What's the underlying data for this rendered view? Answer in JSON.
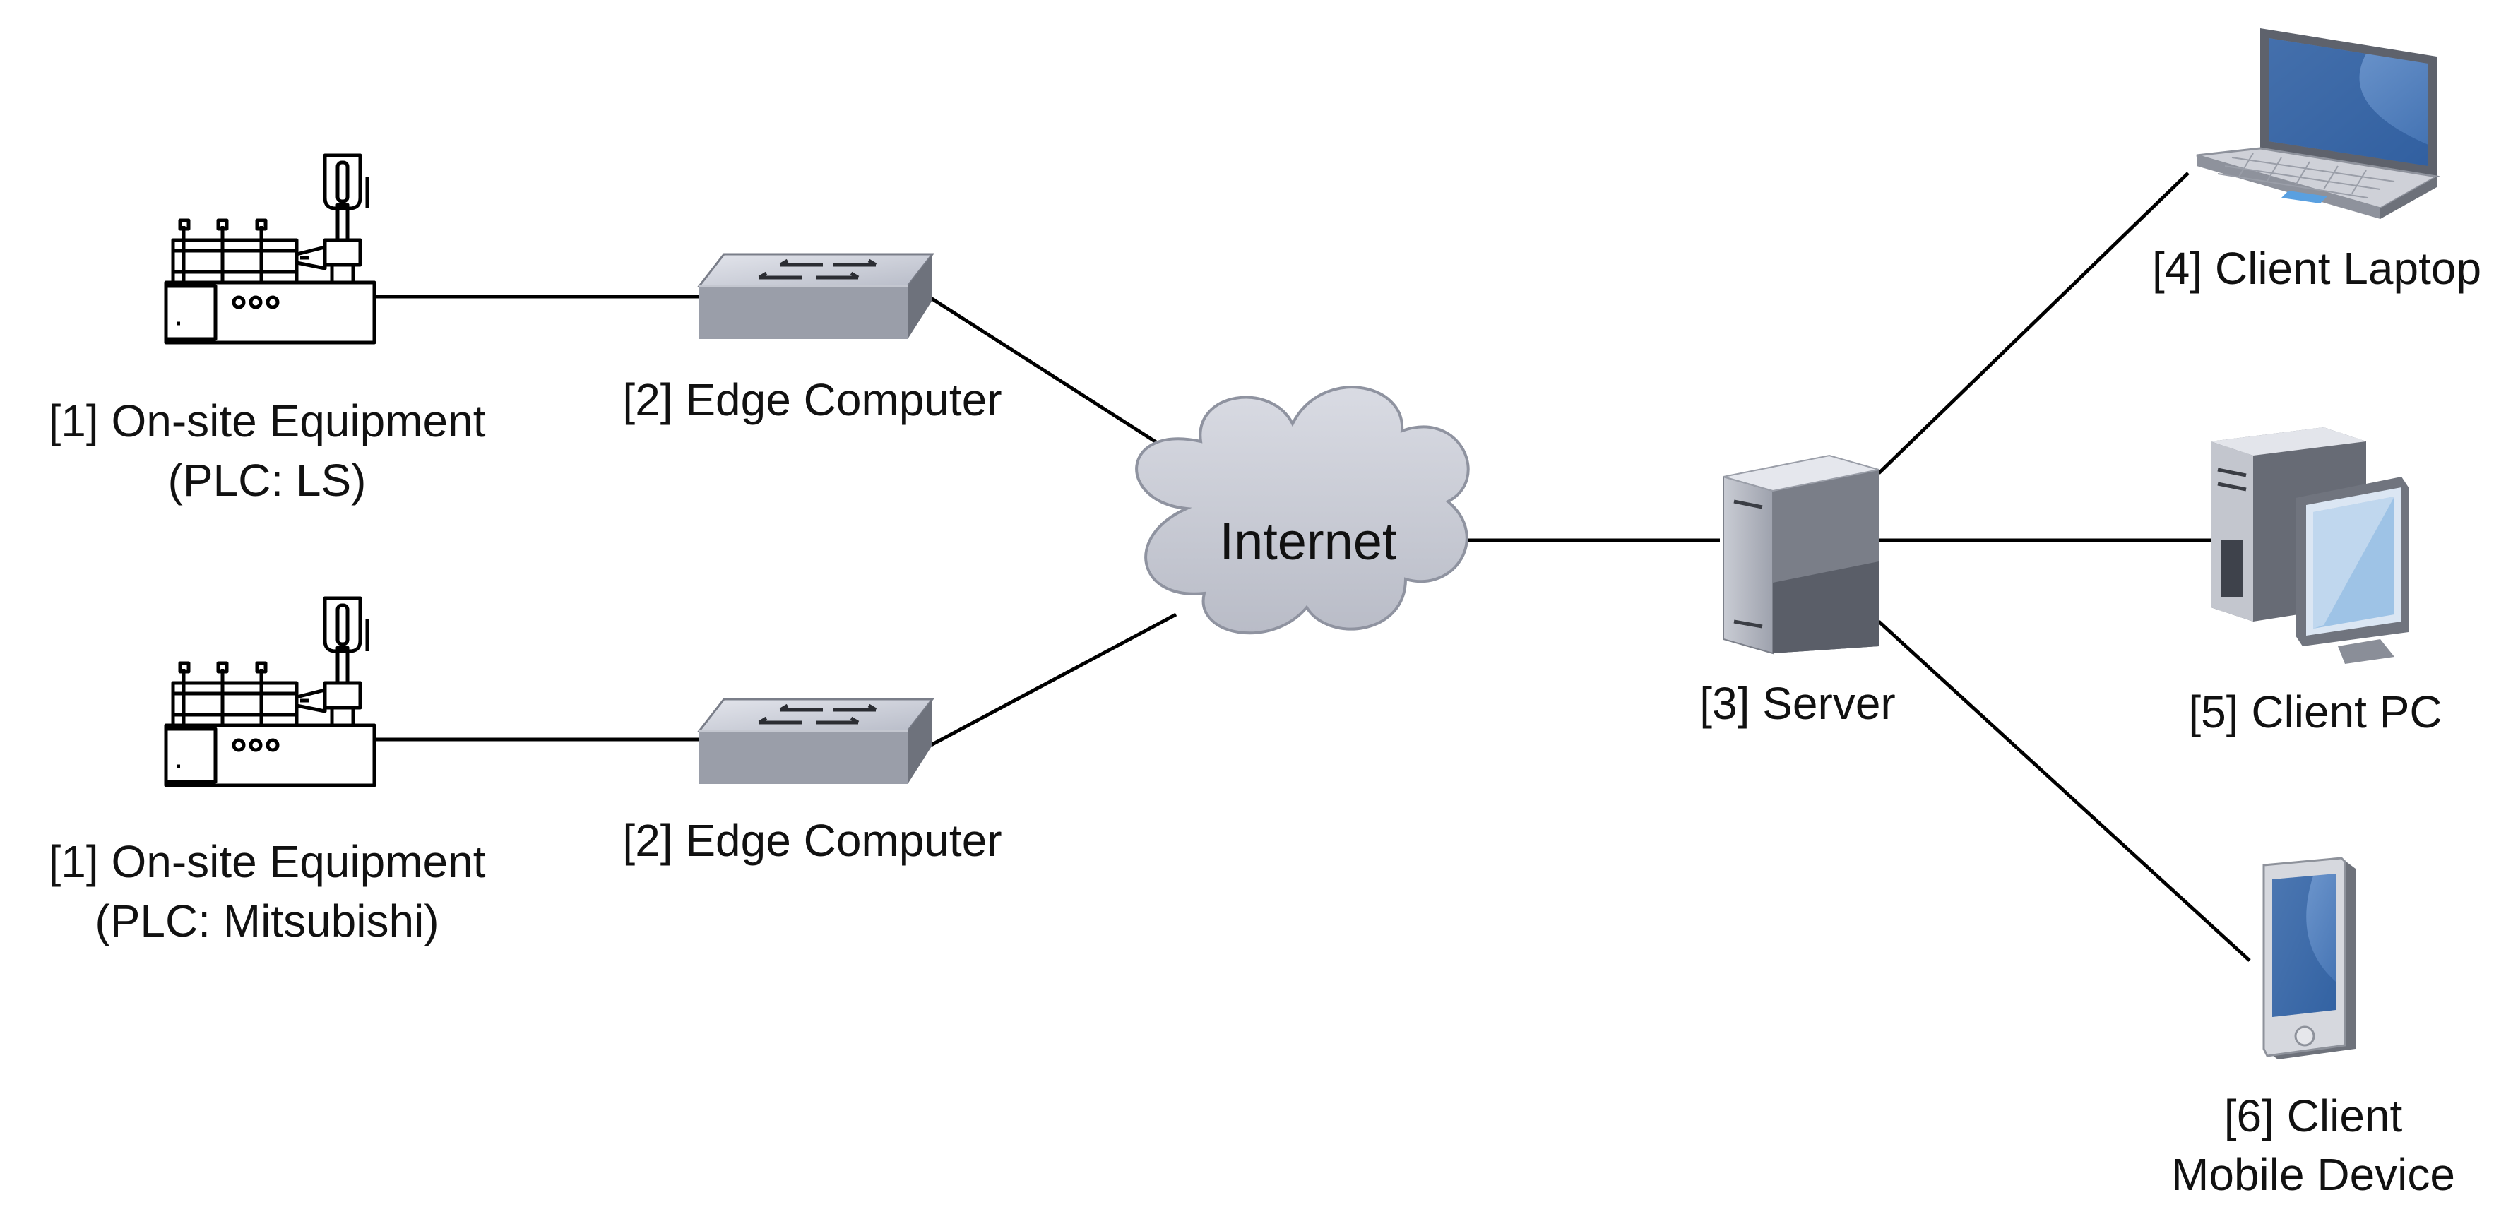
{
  "nodes": {
    "equipment_1": {
      "line1": "[1] On-site Equipment",
      "line2": "(PLC: LS)"
    },
    "equipment_2": {
      "line1": "[1] On-site Equipment",
      "line2": "(PLC: Mitsubishi)"
    },
    "edge_1": {
      "label": "[2] Edge Computer"
    },
    "edge_2": {
      "label": "[2] Edge Computer"
    },
    "internet": {
      "label": "Internet"
    },
    "server": {
      "label": "[3] Server"
    },
    "laptop": {
      "label": "[4] Client Laptop"
    },
    "pc": {
      "label": "[5] Client PC"
    },
    "mobile": {
      "line1": "[6] Client",
      "line2": "Mobile Device"
    }
  },
  "connections": [
    [
      "equipment_1",
      "edge_1"
    ],
    [
      "equipment_2",
      "edge_2"
    ],
    [
      "edge_1",
      "internet"
    ],
    [
      "edge_2",
      "internet"
    ],
    [
      "internet",
      "server"
    ],
    [
      "server",
      "laptop"
    ],
    [
      "server",
      "pc"
    ],
    [
      "server",
      "mobile"
    ]
  ],
  "icons": {
    "equipment": "injection-molding-machine-icon",
    "edge": "network-switch-icon",
    "internet": "cloud-icon",
    "server": "server-tower-icon",
    "laptop": "laptop-icon",
    "pc": "desktop-pc-icon",
    "mobile": "tablet-icon"
  }
}
